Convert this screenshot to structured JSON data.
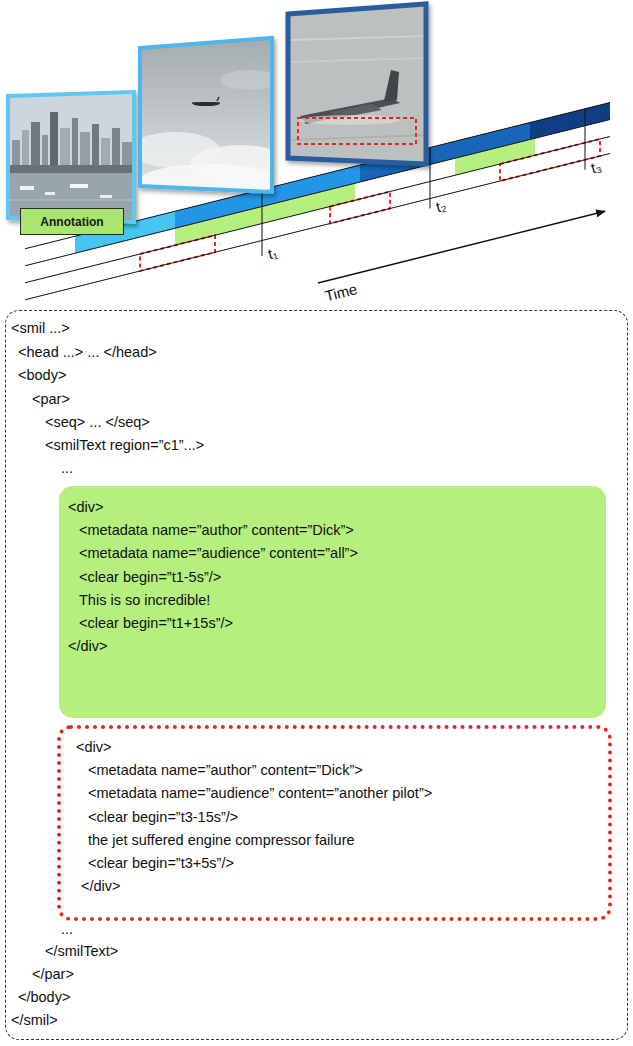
{
  "diagram": {
    "nodes": [
      {
        "text": [
          "Annotation"
        ]
      },
      {
        "text": [
          "<smil ...>",
          "<head ...> ... </head>",
          "<body>",
          "<par>",
          "<seq> ... </seq>",
          "<smilText region=”c1”...>",
          "...",
          "...",
          "</smilText>",
          "</par>",
          "</body>",
          "</smil>"
        ]
      },
      {
        "text": [
          "<div>",
          "<metadata name=”author” content=”Dick”>",
          "<metadata name=”audience” content=”all”>",
          "<clear begin=”t1-5s”/>",
          "This is so incredible!",
          "<clear begin=”t1+15s”/>",
          "</div>"
        ],
        "in": 1
      },
      {
        "text": [
          "<div>",
          "<metadata name=”author” content=”Dick”>",
          "<metadata name=”audience” content=”another pilot”>",
          "<clear begin=”t3-15s”/>",
          "the jet suffered engine compressor failure",
          "<clear begin=”t3+5s”/>",
          "</div>"
        ],
        "in": 1
      }
    ],
    "labels": [
      "t₁",
      "t₂",
      "t₃",
      "Time"
    ]
  }
}
